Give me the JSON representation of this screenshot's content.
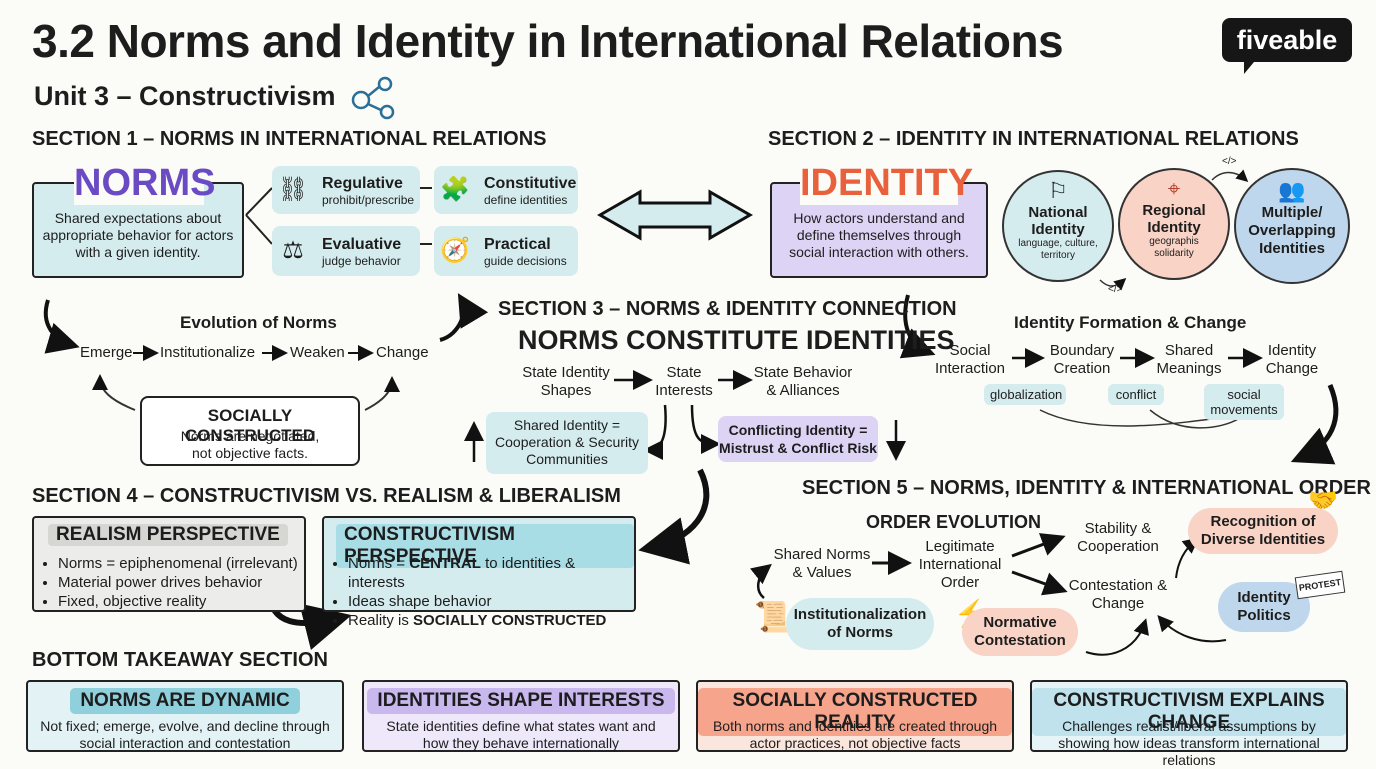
{
  "title": "3.2 Norms and Identity in International Relations",
  "subtitle": "Unit 3 – Constructivism",
  "logo": "fiveable",
  "s1": {
    "heading": "SECTION 1 – NORMS IN INTERNATIONAL RELATIONS",
    "norms_title": "NORMS",
    "norms_desc": "Shared expectations about appropriate behavior for actors with a given identity.",
    "types": [
      {
        "name": "Regulative",
        "desc": "prohibit/prescribe",
        "icon": "handcuffs-icon"
      },
      {
        "name": "Constitutive",
        "desc": "define identities",
        "icon": "puzzle-icon"
      },
      {
        "name": "Evaluative",
        "desc": "judge behavior",
        "icon": "scales-icon"
      },
      {
        "name": "Practical",
        "desc": "guide decisions",
        "icon": "compass-icon"
      }
    ],
    "evolution_title": "Evolution of Norms",
    "evolution": [
      "Emerge",
      "Institutionalize",
      "Weaken",
      "Change"
    ],
    "sc_title": "SOCIALLY CONSTRUCTED",
    "sc_desc": "Norms are negotiated, not objective facts."
  },
  "s2": {
    "heading": "SECTION 2 – IDENTITY IN INTERNATIONAL RELATIONS",
    "identity_title": "IDENTITY",
    "identity_desc": "How actors understand and define themselves through social interaction with others.",
    "circles": [
      {
        "title": "National Identity",
        "desc": "language, culture, territory"
      },
      {
        "title": "Regional Identity",
        "desc": "geographis solidarity"
      },
      {
        "title": "Multiple/ Overlapping Identities",
        "desc": ""
      }
    ],
    "code_tag": "</>",
    "formation_title": "Identity Formation & Change",
    "formation": [
      "Social Interaction",
      "Boundary Creation",
      "Shared Meanings",
      "Identity Change"
    ],
    "drivers": [
      "globalization",
      "conflict",
      "social movements"
    ]
  },
  "s3": {
    "heading": "SECTION 3 – NORMS & IDENTITY CONNECTION",
    "big": "NORMS CONSTITUTE IDENTITIES",
    "flow": [
      "State Identity Shapes",
      "State Interests",
      "State Behavior & Alliances"
    ],
    "shared": "Shared Identity = Cooperation & Security Communities",
    "conflicting": "Conflicting Identity = Mistrust & Conflict Risk"
  },
  "s4": {
    "heading": "SECTION 4 – CONSTRUCTIVISM VS. REALISM & LIBERALISM",
    "realism_title": "REALISM PERSPECTIVE",
    "realism": [
      "Norms = epiphenomenal (irrelevant)",
      "Material power drives behavior",
      "Fixed, objective reality"
    ],
    "constructivism_title": "CONSTRUCTIVISM PERSPECTIVE",
    "constructivism": [
      {
        "pre": "Norms = ",
        "bold": "CENTRAL",
        "post": " to identities & interests"
      },
      {
        "pre": "Ideas shape behavior",
        "bold": "",
        "post": ""
      },
      {
        "pre": "Reality is ",
        "bold": "SOCIALLY CONSTRUCTED",
        "post": ""
      }
    ]
  },
  "s5": {
    "heading": "SECTION 5 – NORMS, IDENTITY & INTERNATIONAL ORDER",
    "order_title": "ORDER EVOLUTION",
    "shared_norms": "Shared Norms & Values",
    "legit": "Legitimate International Order",
    "stability": "Stability & Cooperation",
    "contestation": "Contestation & Change",
    "recognition": "Recognition of Diverse Identities",
    "identity_politics": "Identity Politics",
    "institutionalization": "Institutionalization of Norms",
    "normative": "Normative Contestation",
    "protest": "PROTEST"
  },
  "bottom": {
    "heading": "BOTTOM TAKEAWAY SECTION",
    "cards": [
      {
        "title": "NORMS ARE DYNAMIC",
        "desc": "Not fixed; emerge, evolve, and decline through social interaction and contestation",
        "color": "#8fd0dc",
        "bg": "#e3f2f4"
      },
      {
        "title": "IDENTITIES SHAPE INTERESTS",
        "desc": "State identities define what states want and how they behave internationally",
        "color": "#c9b8ee",
        "bg": "#eee8fa"
      },
      {
        "title": "SOCIALLY CONSTRUCTED REALITY",
        "desc": "Both norms and identities are created through actor practices, not objective facts",
        "color": "#f6a48c",
        "bg": "#fbe6dd"
      },
      {
        "title": "CONSTRUCTIVISM EXPLAINS CHANGE",
        "desc": "Challenges realist/liberal assumptions by showing how ideas transform international relations",
        "color": "#bfe2ec",
        "bg": "#e6f3f7"
      }
    ]
  },
  "colors": {
    "teal": "#d5ecef",
    "purple": "#ddd3f5",
    "salmon": "#f9d3c5",
    "blue": "#bfd7ec"
  }
}
